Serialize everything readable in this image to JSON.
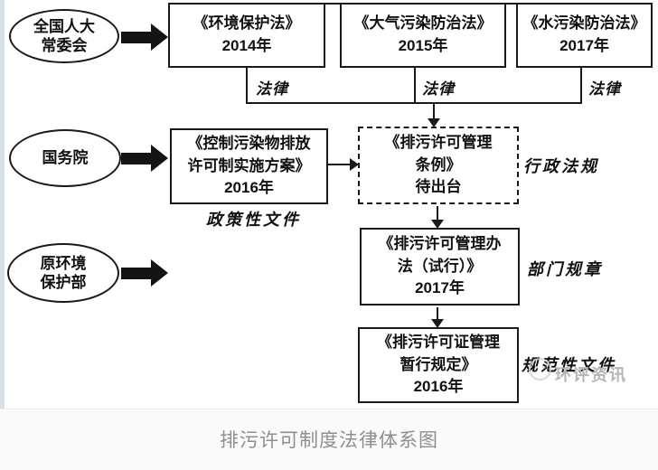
{
  "caption": "排污许可制度法律体系图",
  "watermark": {
    "name": "环评资讯"
  },
  "actors": {
    "npc": {
      "line1": "全国人大",
      "line2": "常委会"
    },
    "state_council": {
      "line1": "国务院"
    },
    "mep": {
      "line1": "原环境",
      "line2": "保护部"
    }
  },
  "laws": {
    "environment": {
      "line1": "《环境保护法》",
      "line2": "2014年"
    },
    "air": {
      "line1": "《大气污染防治法》",
      "line2": "2015年"
    },
    "water": {
      "line1": "《水污染防治法》",
      "line2": "2017年"
    },
    "tag1": "法律",
    "tag2": "法律",
    "tag3": "法律"
  },
  "policy": {
    "line1": "《控制污染物排放",
    "line2": "许可制实施方案》",
    "line3": "2016年",
    "tag": "政策性文件"
  },
  "regulation": {
    "line1": "《排污许可管理",
    "line2": "条例》",
    "line3": "待出台",
    "tag": "行政法规"
  },
  "measures": {
    "line1": "《排污许可管理办",
    "line2": "法（试行）》",
    "line3": "2017年",
    "tag": "部门规章"
  },
  "provisional": {
    "line1": "《排污许可证管理",
    "line2": "暂行规定》",
    "line3": "2016年",
    "tag": "规范性文件"
  },
  "colors": {
    "line": "#1a1a1a",
    "caption_text": "#8f8f8f",
    "watermark_text": "#b5b5b5",
    "left_strip": "#d9e0ea"
  }
}
